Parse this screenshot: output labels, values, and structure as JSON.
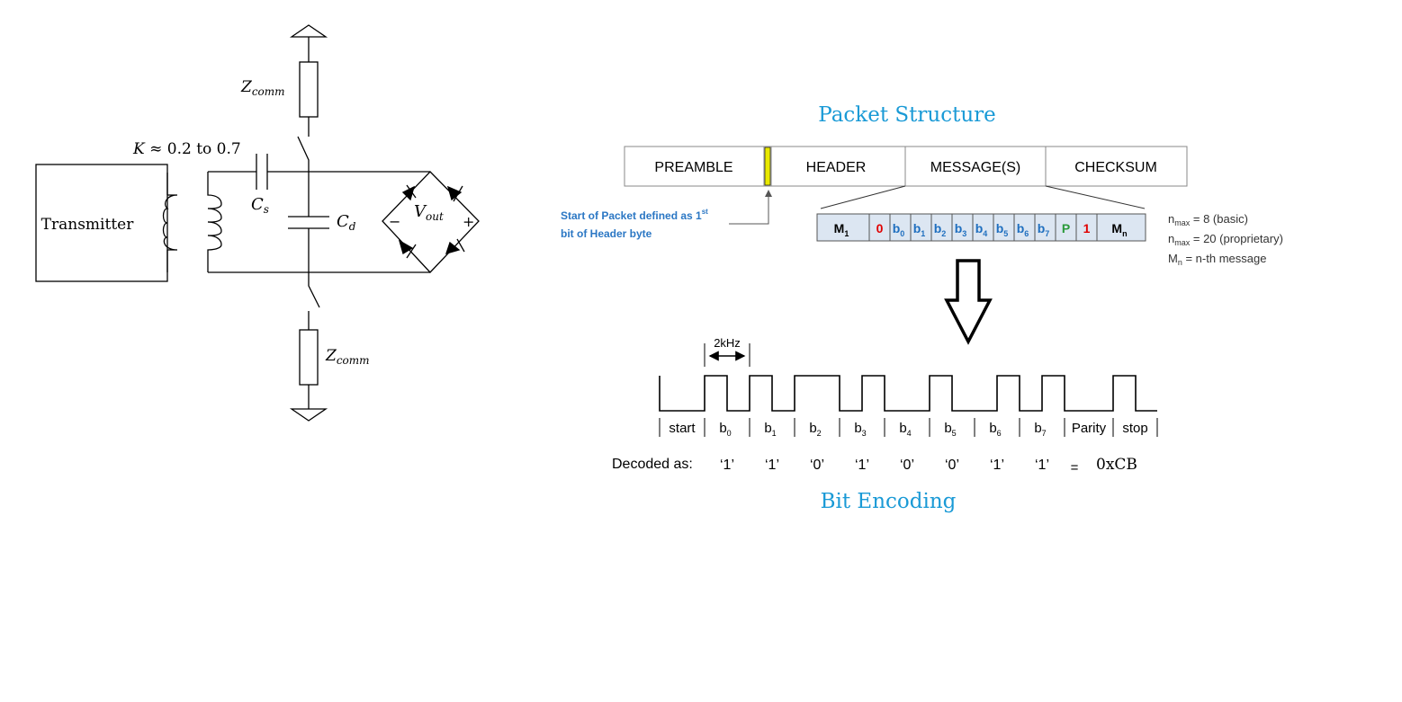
{
  "circuit": {
    "transmitter_label": "Transmitter",
    "coupling_prefix": "K",
    "coupling_value": " ≈ 0.2 to 0.7",
    "cs_main": "C",
    "cs_sub": "s",
    "cd_main": "C",
    "cd_sub": "d",
    "vout_main": "V",
    "vout_sub": "out",
    "minus": "−",
    "plus": "+",
    "zcomm_main": "Z",
    "zcomm_sub": "comm"
  },
  "packet": {
    "title": "Packet Structure",
    "fields": [
      "PREAMBLE",
      "HEADER",
      "MESSAGE(S)",
      "CHECKSUM"
    ],
    "start_note_line1": "Start of Packet defined as 1",
    "start_note_sup": "st",
    "start_note_line2": "bit of Header byte",
    "message_cells": [
      {
        "main": "M",
        "sub": "1",
        "color": "#000000"
      },
      {
        "main": "0",
        "sub": "",
        "color": "#e00000"
      },
      {
        "main": "b",
        "sub": "0",
        "color": "#1f6fbf"
      },
      {
        "main": "b",
        "sub": "1",
        "color": "#1f6fbf"
      },
      {
        "main": "b",
        "sub": "2",
        "color": "#1f6fbf"
      },
      {
        "main": "b",
        "sub": "3",
        "color": "#1f6fbf"
      },
      {
        "main": "b",
        "sub": "4",
        "color": "#1f6fbf"
      },
      {
        "main": "b",
        "sub": "5",
        "color": "#1f6fbf"
      },
      {
        "main": "b",
        "sub": "6",
        "color": "#1f6fbf"
      },
      {
        "main": "b",
        "sub": "7",
        "color": "#1f6fbf"
      },
      {
        "main": "P",
        "sub": "",
        "color": "#2a9a3a"
      },
      {
        "main": "1",
        "sub": "",
        "color": "#e00000"
      },
      {
        "main": "M",
        "sub": "n",
        "color": "#000000"
      }
    ],
    "notes": [
      {
        "main": "n",
        "sub": "max",
        "rest": " = 8      (basic)"
      },
      {
        "main": "n",
        "sub": "max",
        "rest": " = 20    (proprietary)"
      },
      {
        "main": "M",
        "sub": "n",
        "rest": "  = n-th message"
      }
    ]
  },
  "encoding": {
    "title": "Bit Encoding",
    "freq_label": "2kHz",
    "labels": [
      {
        "main": "start",
        "sub": ""
      },
      {
        "main": "b",
        "sub": "0"
      },
      {
        "main": "b",
        "sub": "1"
      },
      {
        "main": "b",
        "sub": "2"
      },
      {
        "main": "b",
        "sub": "3"
      },
      {
        "main": "b",
        "sub": "4"
      },
      {
        "main": "b",
        "sub": "5"
      },
      {
        "main": "b",
        "sub": "6"
      },
      {
        "main": "b",
        "sub": "7"
      },
      {
        "main": "Parity",
        "sub": ""
      },
      {
        "main": "stop",
        "sub": ""
      }
    ],
    "decoded_label": "Decoded as:",
    "decoded_values": [
      "‘1’",
      "‘1’",
      "‘0’",
      "‘1’",
      "‘0’",
      "‘0’",
      "‘1’",
      "‘1’"
    ],
    "equals": "=",
    "result": "0xCB"
  },
  "colors": {
    "title": "#1a9ad6",
    "note": "#2b77c4",
    "marker": "#e8e800",
    "msg_fill": "#dce6f2"
  }
}
